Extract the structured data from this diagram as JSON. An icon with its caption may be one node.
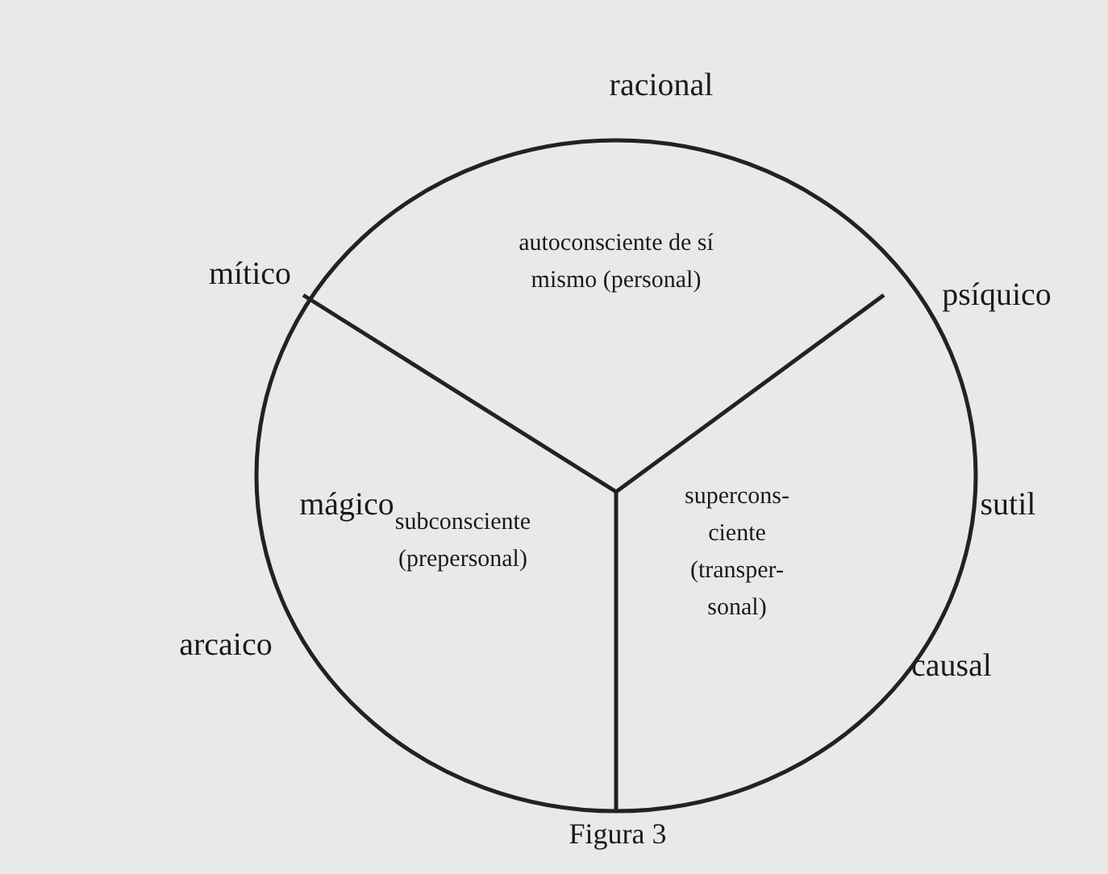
{
  "diagram": {
    "caption": "Figura 3",
    "nodes": [
      {
        "text": [],
        "shape": "circle"
      },
      {
        "text": [
          "autoconsciente de sí mismo (personal)"
        ],
        "in": 0
      },
      {
        "text": [
          "subconsciente (prepersonal)"
        ],
        "in": 0
      },
      {
        "text": [
          "supercons-ciente (transper-sonal)"
        ],
        "in": 0
      }
    ],
    "labels": [
      "racional",
      "mítico",
      "psíquico",
      "mágico",
      "sutil",
      "arcaico",
      "causal"
    ]
  }
}
